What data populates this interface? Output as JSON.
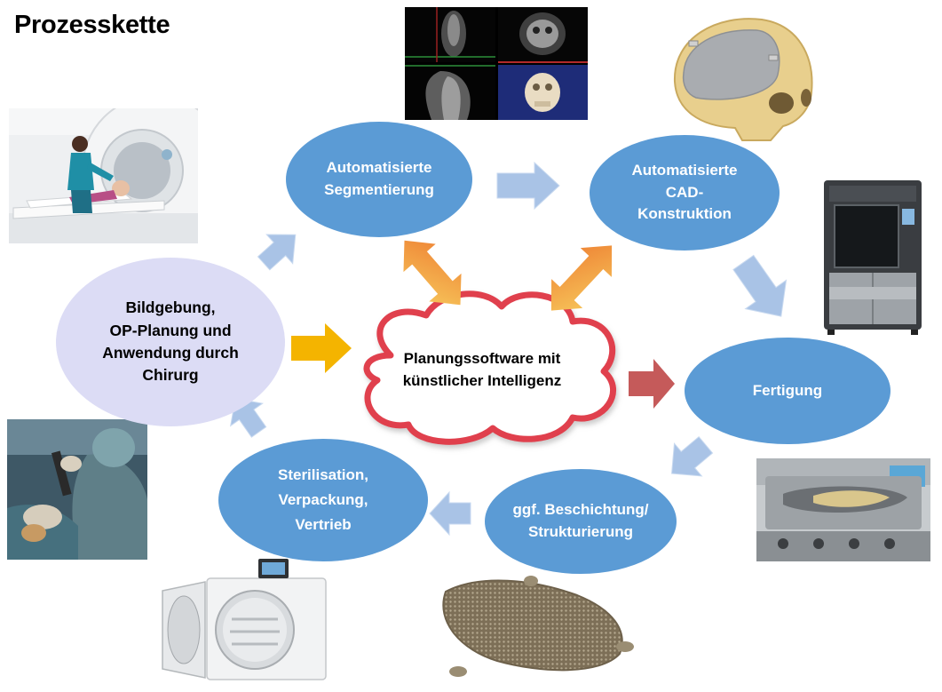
{
  "title": "Prozesskette",
  "colors": {
    "node_blue": "#5b9bd5",
    "node_lavender": "#dcdcf5",
    "cloud_border": "#e0414e",
    "arrow_light_blue": "#a9c3e6",
    "arrow_yellow": "#f4b400",
    "arrow_orange_gradient": [
      "#ee8033",
      "#f7c95c"
    ],
    "arrow_red": "#c55a5a"
  },
  "center": {
    "lines": [
      "Planungssoftware mit",
      "künstlicher Intelligenz"
    ]
  },
  "nodes": {
    "bildgebung": {
      "lines": [
        "Bildgebung,",
        "OP-Planung und",
        "Anwendung durch",
        "Chirurg"
      ]
    },
    "segmentierung": {
      "lines": [
        "Automatisierte",
        "Segmentierung"
      ]
    },
    "cad": {
      "lines": [
        "Automatisierte",
        "CAD-",
        "Konstruktion"
      ]
    },
    "fertigung": {
      "lines": [
        "Fertigung"
      ]
    },
    "beschichtung": {
      "lines": [
        "ggf. Beschichtung/",
        "Strukturierung"
      ]
    },
    "sterilisation": {
      "lines": [
        "Sterilisation,",
        "Verpackung,",
        "Vertrieb"
      ]
    }
  },
  "photos": [
    "ct-scanner-photo",
    "ct-slices-photo",
    "skull-implant-photo",
    "3d-printer-photo",
    "machining-photo",
    "mesh-implant-photo",
    "autoclave-photo",
    "surgery-photo"
  ]
}
